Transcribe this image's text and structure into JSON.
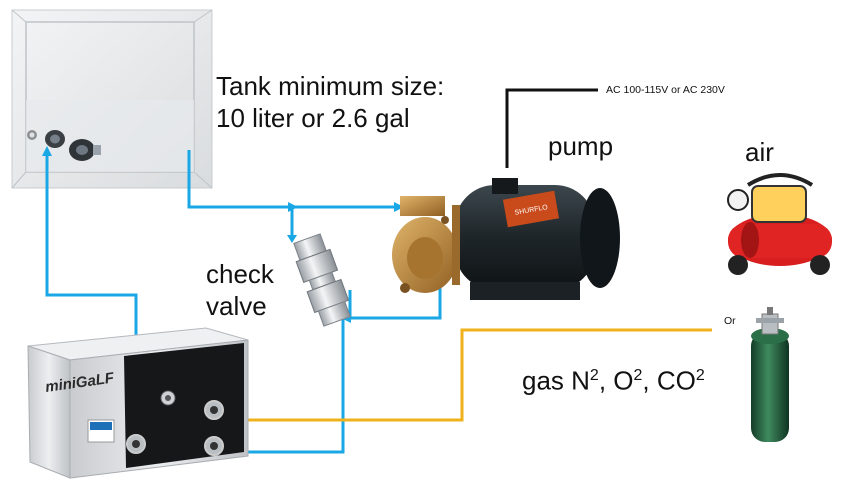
{
  "labels": {
    "tank_line1": "Tank minimum size:",
    "tank_line2": "10 liter or 2.6 gal",
    "check_line1": "check",
    "check_line2": "valve",
    "pump": "pump",
    "air": "air",
    "power": "AC 100-115V  or  AC 230V",
    "or": "Or",
    "device_brand": "miniGaLF",
    "pump_plate": "SHURFLO"
  },
  "gas": {
    "prefix": "gas N",
    "n_sup": "2",
    "sep1": ", O",
    "o_sup": "2",
    "sep2": ", CO",
    "co_sup": "2"
  },
  "colors": {
    "water_line": "#1aa7e6",
    "gas_line": "#f0b21a",
    "power_cable": "#111111",
    "pump_body": "#263238",
    "pump_brass": "#b5833a",
    "compressor": "#d81e1e",
    "cylinder": "#1f5a3a",
    "device_body": "#d9dadc"
  }
}
